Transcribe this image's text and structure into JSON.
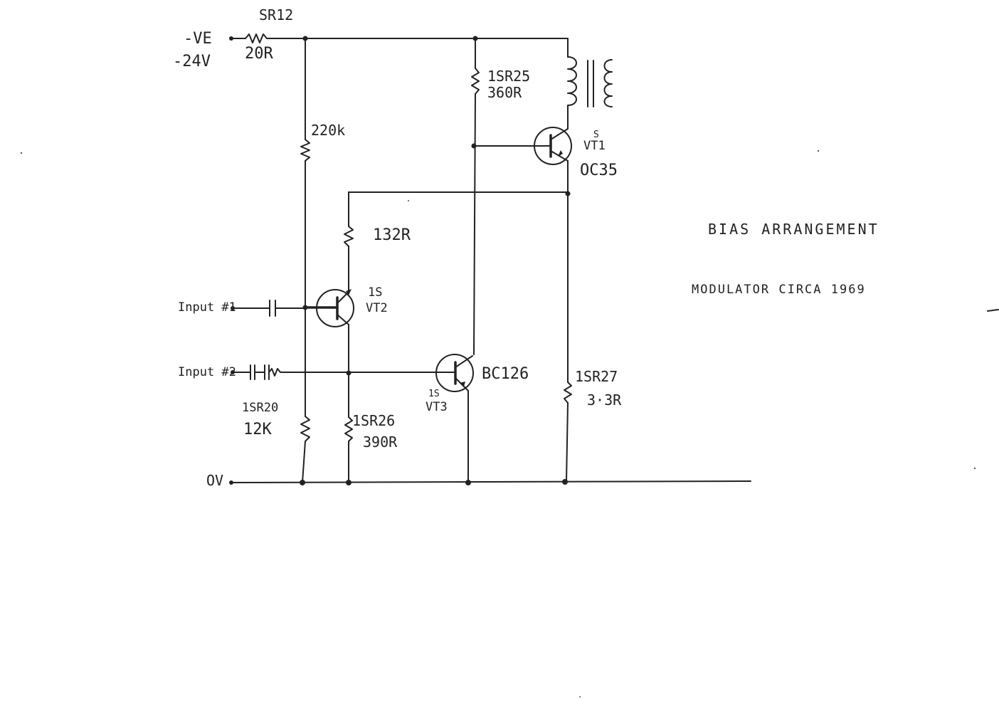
{
  "supply": {
    "name": "-VE",
    "voltage": "-24V",
    "ground": "OV"
  },
  "components": {
    "sr12": {
      "ref": "SR12",
      "value": "20R"
    },
    "r220k": {
      "value": "220k"
    },
    "sr25": {
      "ref": "1SR25",
      "value": "360R"
    },
    "vt1": {
      "prefix": "S",
      "ref": "VT1",
      "type": "OC35"
    },
    "r132": {
      "value": "132R"
    },
    "vt2": {
      "prefix": "1S",
      "ref": "VT2"
    },
    "vt3": {
      "prefix": "1S",
      "ref": "VT3",
      "type": "BC126"
    },
    "sr20": {
      "ref": "1SR20",
      "value": "12K"
    },
    "sr26": {
      "ref": "1SR26",
      "value": "390R"
    },
    "sr27": {
      "ref": "1SR27",
      "value": "3·3R"
    }
  },
  "inputs": {
    "input1": "Input #1",
    "input2": "Input #2"
  },
  "notes": {
    "title": "BIAS ARRANGEMENT",
    "subtitle": "MODULATOR CIRCA 1969"
  }
}
